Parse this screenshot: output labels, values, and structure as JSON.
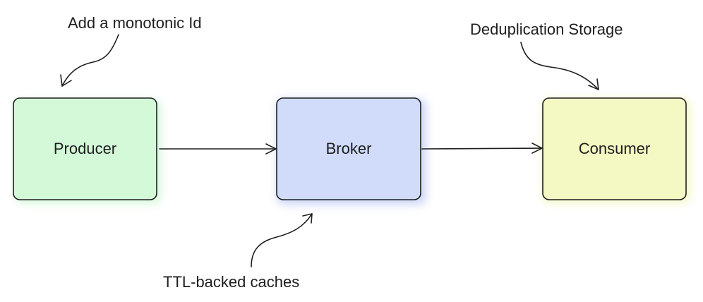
{
  "nodes": {
    "producer": {
      "label": "Producer",
      "fill": "#d3f9d8"
    },
    "broker": {
      "label": "Broker",
      "fill": "#d0dcfa"
    },
    "consumer": {
      "label": "Consumer",
      "fill": "#f4f9c4"
    }
  },
  "annotations": {
    "producer_note": "Add a monotonic Id",
    "broker_note": "TTL-backed caches",
    "consumer_note": "Deduplication Storage"
  },
  "colors": {
    "stroke": "#1e1e1e",
    "producer_glow": "#b2f2bb",
    "broker_glow": "#a5b8f0",
    "consumer_glow": "#e8f59a"
  }
}
